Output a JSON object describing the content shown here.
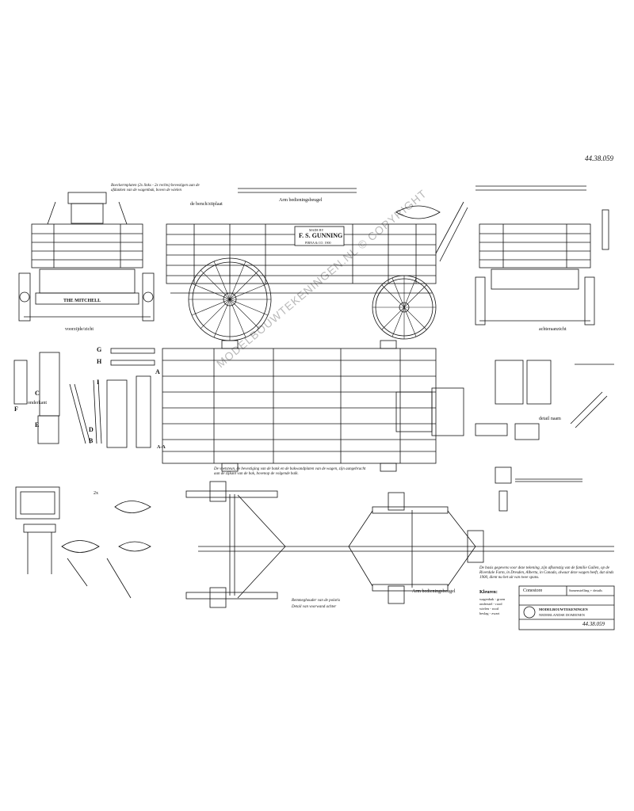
{
  "drawing_number": "44.38.059",
  "top_note": "Boeckermplaten (2x links - 2x rechts) bevestigen aan de afdanken van de wagenbak, boven de wielen",
  "sections": {
    "bench_plan": "de bench/zitplaat",
    "front_view": "voorzijde/zicht",
    "rear_view": "achteraanzicht",
    "side_section": "Arm bedieningsbeugel"
  },
  "wagon_front_plate": "THE MITCHELL",
  "side_panel": {
    "line1": "MADE BY",
    "line2": "F. S. GUNNING",
    "line3": "PIRNA & CO. 1900"
  },
  "detail_letters": [
    "G",
    "H",
    "I",
    "C",
    "F",
    "E",
    "D",
    "B",
    "A",
    "A-A"
  ],
  "small_labels": {
    "lbl1": "detail naam",
    "lbl2": "onderkant",
    "lbl3": "2x",
    "lbl4": "Arm bedieningsbeugel"
  },
  "paragraph_notes": {
    "mid_note": "De voetsteun, de bevestiging van de bank en de bakwandplaten van de wagen, zijn aangebracht aan de zijkant van de bak, bovenop de volgende balk.",
    "bottom_note": "Remmeghouder van de polaris",
    "bottom_note2": "Detail van voorwand achter",
    "right_note": "De basis gegevens voor deze tekening, zijn afkomstig van de familie Gullen, op de Riverdale Farm, in Dresden, Alberta, in Canada, alwaar deze wagen heeft, dat sinds 1900, dient nu het uit van twee spans."
  },
  "legend": {
    "title": "Kleuren:",
    "items": [
      "wagenbak - groen",
      "onderstel - rood",
      "wielen - rood",
      "beslag - zwart"
    ]
  },
  "title_block": {
    "row1_left": "Conestore",
    "row1_right": "Samenstelling + details",
    "row2": "MODELBOUWTEKENINGEN",
    "row3": "NEDERLANDSE DOMEINEN",
    "number": "44.38.059"
  },
  "watermark": "MODELBOUWTEKENINGEN.NL © COPYRIGHT"
}
